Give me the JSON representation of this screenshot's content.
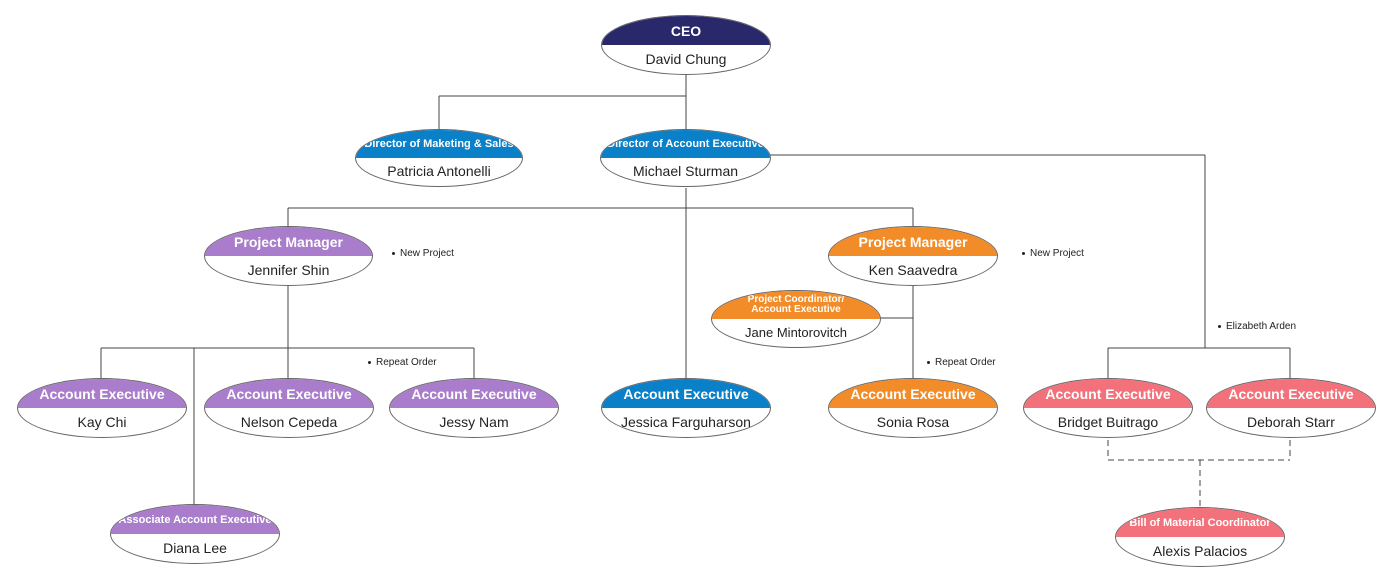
{
  "colors": {
    "navy": "#29286b",
    "blue": "#0a80c9",
    "purple": "#a97ccc",
    "orange": "#f28c28",
    "pink": "#f2717a"
  },
  "nodes": {
    "ceo": {
      "role": "CEO",
      "name": "David Chung"
    },
    "dir_marketing": {
      "role": "Director of Maketing & Sales",
      "name": "Patricia Antonelli"
    },
    "dir_account": {
      "role": "Director of Account Executive",
      "name": "Michael Sturman"
    },
    "pm_jennifer": {
      "role": "Project Manager",
      "name": "Jennifer Shin"
    },
    "pm_ken": {
      "role": "Project Manager",
      "name": "Ken Saavedra"
    },
    "pc_jane": {
      "role": "Project Coordinator/ Account Executive",
      "name": "Jane Mintorovitch"
    },
    "ae_kay": {
      "role": "Account Executive",
      "name": "Kay Chi"
    },
    "ae_nelson": {
      "role": "Account Executive",
      "name": "Nelson Cepeda"
    },
    "ae_jessy": {
      "role": "Account Executive",
      "name": "Jessy Nam"
    },
    "aae_diana": {
      "role": "Associate Account Executive",
      "name": "Diana Lee"
    },
    "ae_jessica": {
      "role": "Account Executive",
      "name": "Jessica Farguharson"
    },
    "ae_sonia": {
      "role": "Account Executive",
      "name": "Sonia Rosa"
    },
    "ae_bridget": {
      "role": "Account Executive",
      "name": "Bridget Buitrago"
    },
    "ae_deborah": {
      "role": "Account Executive",
      "name": "Deborah Starr"
    },
    "bom_alexis": {
      "role": "Bill of Material Coordinator",
      "name": "Alexis Palacios"
    }
  },
  "notes": {
    "new_project_1": "New Project",
    "new_project_2": "New Project",
    "repeat_order_1": "Repeat Order",
    "repeat_order_2": "Repeat Order",
    "elizabeth_arden": "Elizabeth Arden"
  }
}
